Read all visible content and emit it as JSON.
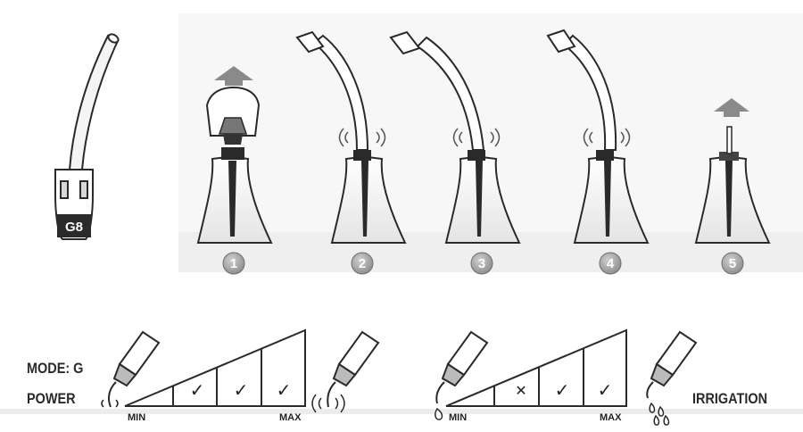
{
  "tip": {
    "code": "G8"
  },
  "steps": [
    {
      "number": "1"
    },
    {
      "number": "2"
    },
    {
      "number": "3"
    },
    {
      "number": "4"
    },
    {
      "number": "5"
    }
  ],
  "labels": {
    "mode": "MODE: G",
    "power": "POWER",
    "irrigation": "IRRIGATION"
  },
  "power_scale": {
    "min_label": "MIN",
    "max_label": "MAX",
    "levels": [
      {
        "level": 1,
        "status": "allowed",
        "glyph": "✓"
      },
      {
        "level": 2,
        "status": "allowed",
        "glyph": "✓"
      },
      {
        "level": 3,
        "status": "allowed",
        "glyph": "✓"
      }
    ]
  },
  "irrigation_scale": {
    "min_label": "MIN",
    "max_label": "MAX",
    "levels": [
      {
        "level": 1,
        "status": "not-allowed",
        "glyph": "✕"
      },
      {
        "level": 2,
        "status": "allowed",
        "glyph": "✓"
      },
      {
        "level": 3,
        "status": "allowed",
        "glyph": "✓"
      }
    ]
  },
  "colors": {
    "outline": "#2a2a2a",
    "tooth_fill": "#f1f1f1",
    "shadow": "#e7e7e7",
    "arrow": "#888888",
    "badge": "#9a9a9a"
  }
}
